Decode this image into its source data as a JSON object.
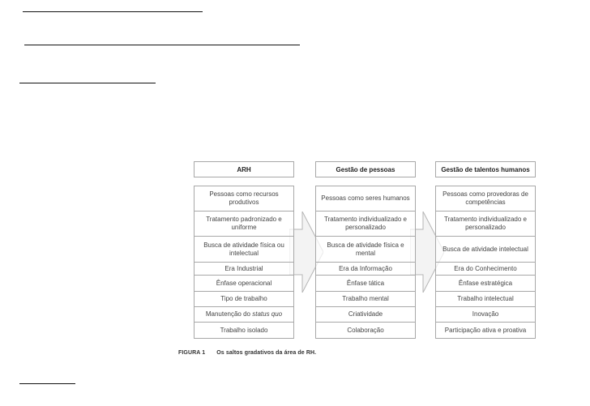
{
  "figure": {
    "columns": [
      {
        "title": "ARH",
        "rows": [
          "Pessoas como recursos produtivos",
          "Tratamento padronizado e uniforme",
          "Busca de atividade física ou intelectual",
          "Era Industrial",
          "Ênfase operacional",
          "Tipo de trabalho",
          "Manutenção do status quo",
          "Trabalho isolado"
        ]
      },
      {
        "title": "Gestão de pessoas",
        "rows": [
          "Pessoas como seres humanos",
          "Tratamento individualizado e personalizado",
          "Busca de atividade física e mental",
          "Era da Informação",
          "Ênfase tática",
          "Trabalho mental",
          "Criatividade",
          "Colaboração"
        ]
      },
      {
        "title": "Gestão de talentos humanos",
        "rows": [
          "Pessoas como provedoras de competências",
          "Tratamento individualizado e personalizado",
          "Busca de atividade intelectual",
          "Era do Conhecimento",
          "Ênfase estratégica",
          "Trabalho intelectual",
          "Inovação",
          "Participação ativa e proativa"
        ]
      }
    ],
    "caption_label": "FIGURA 1",
    "caption_text": "Os saltos gradativos da área de RH."
  }
}
